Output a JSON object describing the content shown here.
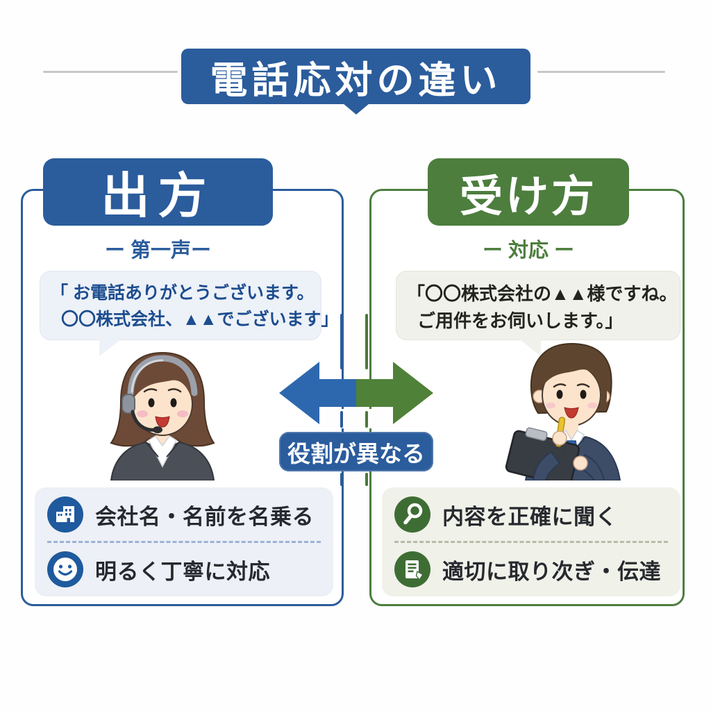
{
  "title": {
    "text": "電話応対の違い",
    "banner_color": "#2b5c9c"
  },
  "center": {
    "arrow_label": "役割が異なる",
    "arrow_left_color": "#2d68ae",
    "arrow_right_color": "#4f8138",
    "badge_color": "#2b5c9c"
  },
  "caller": {
    "header": "出方",
    "subtitle": "ー 第一声ー",
    "accent_color": "#2b5c9c",
    "speech": {
      "line1": "「 お電話ありがとうございます。",
      "line2": "〇〇株式会社、▲▲でございます」"
    },
    "character": "female-operator-with-headset",
    "points": [
      {
        "icon": "building-icon",
        "text": "会社名・名前を名乗る"
      },
      {
        "icon": "smiley-icon",
        "text": "明るく丁寧に対応"
      }
    ]
  },
  "receiver": {
    "header": "受け方",
    "subtitle": "ー 対応 ー",
    "accent_color": "#4d7e3e",
    "speech": {
      "line1": "「〇〇株式会社の▲▲様ですね。",
      "line2": "ご用件をお伺いします。」"
    },
    "character": "male-receiver-writing-on-notepad",
    "points": [
      {
        "icon": "magnifier-icon",
        "text": "内容を正確に聞く"
      },
      {
        "icon": "document-pen-icon",
        "text": "適切に取り次ぎ・伝達"
      }
    ]
  }
}
